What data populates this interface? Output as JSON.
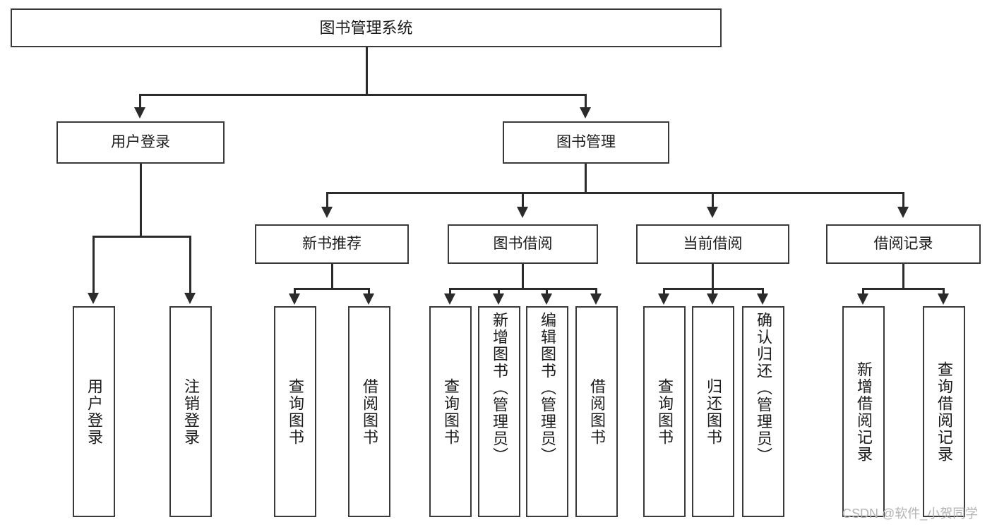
{
  "diagram": {
    "title": "图书管理系统",
    "type": "hierarchical-tree",
    "root": {
      "id": "root",
      "label": "图书管理系统"
    },
    "level2": [
      {
        "id": "user-login",
        "label": "用户登录"
      },
      {
        "id": "book-manage",
        "label": "图书管理"
      }
    ],
    "level3": [
      {
        "id": "new-book-rec",
        "label": "新书推荐",
        "parent": "book-manage"
      },
      {
        "id": "book-borrow",
        "label": "图书借阅",
        "parent": "book-manage"
      },
      {
        "id": "current-borrow",
        "label": "当前借阅",
        "parent": "book-manage"
      },
      {
        "id": "borrow-record",
        "label": "借阅记录",
        "parent": "book-manage"
      }
    ],
    "leaves": {
      "user_login": [
        {
          "id": "leaf-user-login",
          "label": "用户登录"
        },
        {
          "id": "leaf-logout",
          "label": "注销登录"
        }
      ],
      "new_book_rec": [
        {
          "id": "leaf-query-book-1",
          "label": "查询图书"
        },
        {
          "id": "leaf-borrow-book-1",
          "label": "借阅图书"
        }
      ],
      "book_borrow": [
        {
          "id": "leaf-query-book-2",
          "label": "查询图书"
        },
        {
          "id": "leaf-add-book",
          "label": "新增图书（管理员）"
        },
        {
          "id": "leaf-edit-book",
          "label": "编辑图书（管理员）"
        },
        {
          "id": "leaf-borrow-book-2",
          "label": "借阅图书"
        }
      ],
      "current_borrow": [
        {
          "id": "leaf-query-book-3",
          "label": "查询图书"
        },
        {
          "id": "leaf-return-book",
          "label": "归还图书"
        },
        {
          "id": "leaf-confirm-return",
          "label": "确认归还（管理员）"
        }
      ],
      "borrow_record": [
        {
          "id": "leaf-add-record",
          "label": "新增借阅记录"
        },
        {
          "id": "leaf-query-record",
          "label": "查询借阅记录"
        }
      ]
    }
  },
  "watermark": {
    "text": "CSDN @软件_小贺同学"
  },
  "colors": {
    "border": "#3a3a3a",
    "connector": "#2b2b2b",
    "background": "#ffffff",
    "text": "#1a1a1a",
    "watermark": "#b3b3b3"
  }
}
